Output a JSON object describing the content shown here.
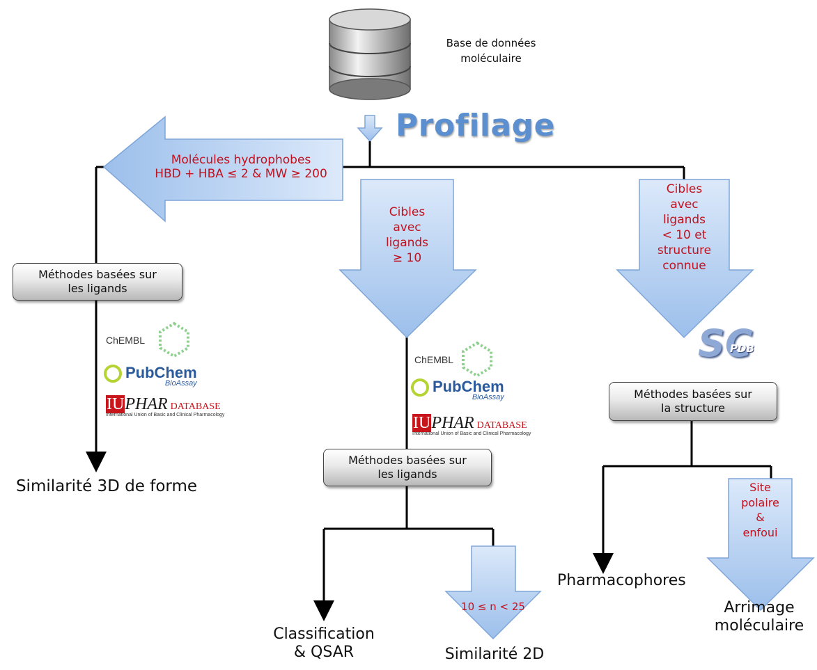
{
  "database": {
    "line1": "Base de données",
    "line2": "moléculaire"
  },
  "title": "Profilage",
  "left_arrow": {
    "line1": "Molécules hydrophobes",
    "line2": "HBD + HBA ≤ 2 & MW ≥ 200"
  },
  "mid_arrow": {
    "line1": "Cibles",
    "line2": "avec",
    "line3": "ligands",
    "line4": "≥ 10"
  },
  "right_arrow": {
    "line1": "Cibles",
    "line2": "avec",
    "line3": "ligands",
    "line4": "< 10 et",
    "line5": "structure",
    "line6": "connue"
  },
  "box_left": {
    "line1": "Méthodes basées sur",
    "line2": "les ligands"
  },
  "box_mid": {
    "line1": "Méthodes basées sur",
    "line2": "les ligands"
  },
  "box_right": {
    "line1": "Méthodes basées sur",
    "line2": "la structure"
  },
  "site_arrow": {
    "line1": "Site",
    "line2": "polaire",
    "line3": "&",
    "line4": "enfoui"
  },
  "sim2d_arrow": {
    "label": "10 ≤ n < 25"
  },
  "outputs": {
    "forme": "Similarité 3D de forme",
    "classif_line1": "Classification",
    "classif_line2": "& QSAR",
    "sim2d": "Similarité 2D",
    "pharma": "Pharmacophores",
    "arrimage_line1": "Arrimage",
    "arrimage_line2": "moléculaire"
  },
  "logos": {
    "chembl": "ChEMBL",
    "pubchem": "PubChem",
    "pubchem_sub": "BioAssay",
    "iuphar_iu": "IU",
    "iuphar_phar": "PHAR",
    "iuphar_db": "DATABASE",
    "iuphar_sub": "International Union of Basic and Clinical Pharmacology",
    "scpdb": "SC",
    "scpdb_sub": "PDB"
  },
  "colors": {
    "arrow_fill": "#aecbf0",
    "arrow_stroke": "#7fa6d8",
    "red_text": "#c0121f",
    "title_blue": "#5b8fd0"
  }
}
